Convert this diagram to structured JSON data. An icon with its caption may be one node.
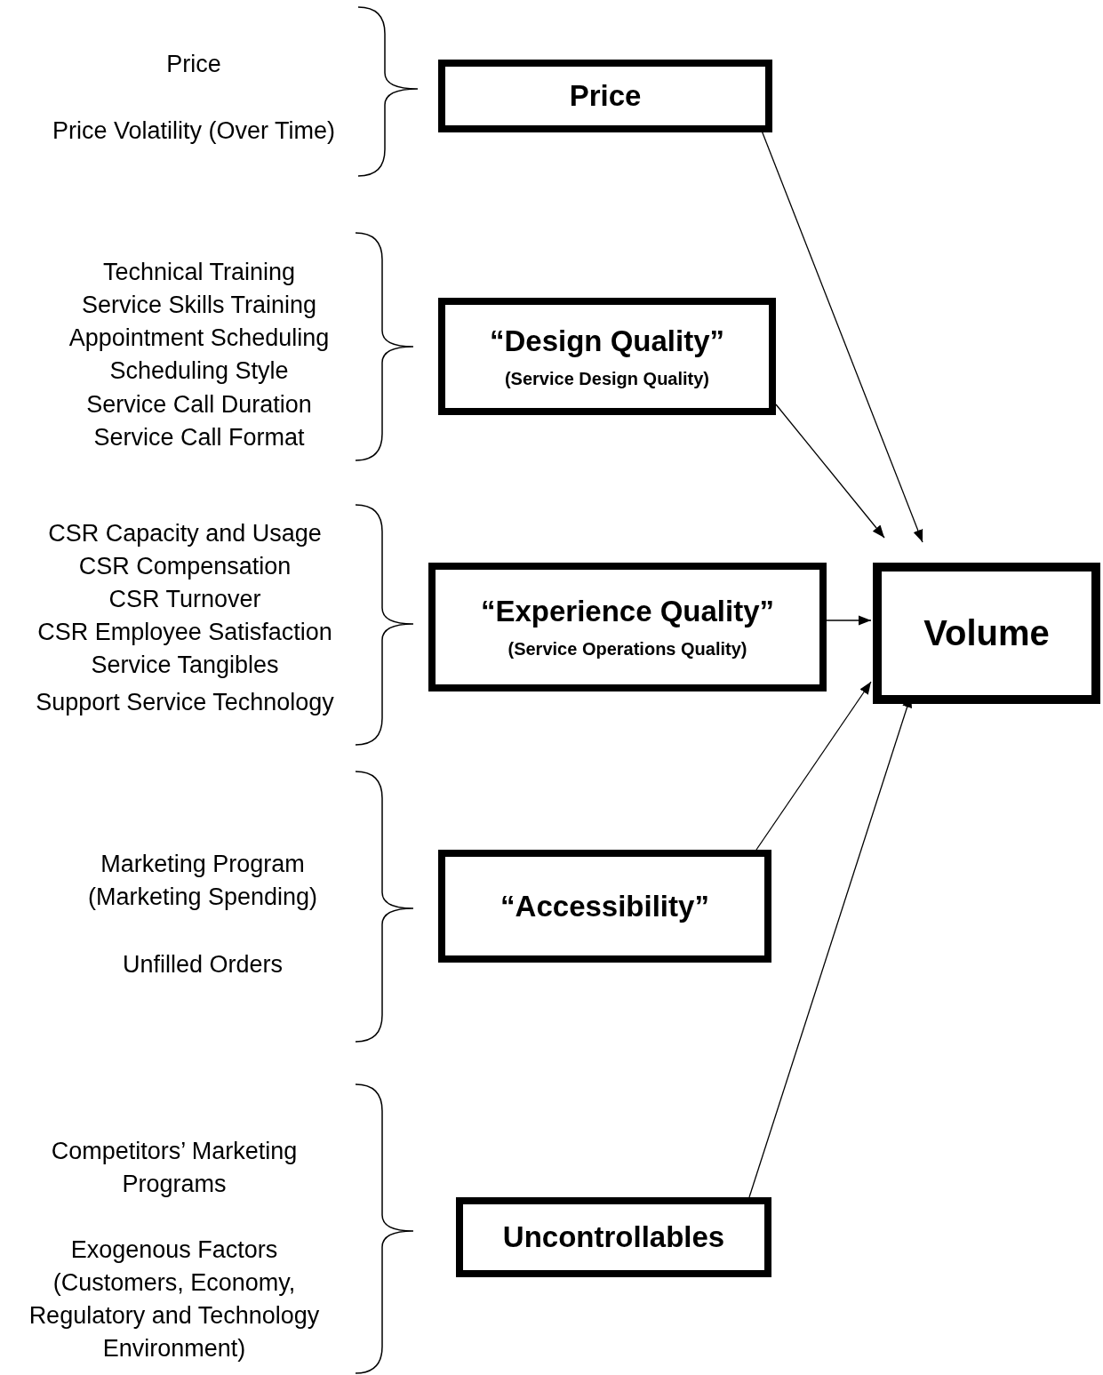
{
  "diagram": {
    "nodes": [
      {
        "text": [
          "Price"
        ]
      },
      {
        "text": [
          "“Design Quality”",
          "(Service Design Quality)"
        ]
      },
      {
        "text": [
          "“Experience Quality”",
          "(Service Operations Quality)"
        ]
      },
      {
        "text": [
          "“Accessibility”"
        ]
      },
      {
        "text": [
          "Uncontrollables"
        ]
      },
      {
        "text": [
          "Volume"
        ]
      }
    ],
    "edges": [
      {
        "from": 0,
        "to": 5,
        "arrow": "to"
      },
      {
        "from": 1,
        "to": 5,
        "arrow": "to"
      },
      {
        "from": 2,
        "to": 5,
        "arrow": "to"
      },
      {
        "from": 3,
        "to": 5,
        "arrow": "to"
      },
      {
        "from": 4,
        "to": 5,
        "arrow": "to"
      }
    ],
    "labels": [
      "Price",
      "Price Volatility (Over Time)",
      "Technical Training",
      "Service Skills Training",
      "Appointment Scheduling",
      "Scheduling Style",
      "Service Call Duration",
      "Service Call Format",
      "CSR Capacity and Usage",
      "CSR Compensation",
      "CSR Turnover",
      "CSR Employee Satisfaction",
      "Service Tangibles",
      "Support Service Technology",
      "Marketing Program (Marketing Spending)",
      "Unfilled Orders",
      "Competitors’ Marketing Programs",
      "Exogenous Factors (Customers, Economy, Regulatory and Technology Environment)"
    ]
  }
}
